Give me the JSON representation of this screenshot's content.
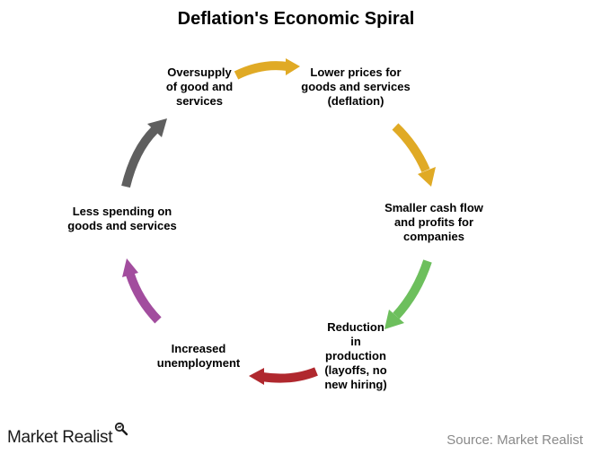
{
  "title": "Deflation's Economic Spiral",
  "nodes": [
    "Oversupply\nof good and\nservices",
    "Lower prices for\ngoods and services\n(deflation)",
    "Smaller cash flow\nand profits for\ncompanies",
    "Reduction\nin\nproduction\n(layoffs, no\nnew hiring)",
    "Increased\nunemployment",
    "Less spending on\ngoods and services"
  ],
  "arrow_colors": [
    "#e0aa25",
    "#e0aa25",
    "#6dbf5d",
    "#b0282e",
    "#a24d9e",
    "#5f5f5f"
  ],
  "footer": {
    "brand": "Market Realist",
    "brand_icon": "magnifier-icon",
    "source": "Source: Market Realist"
  }
}
